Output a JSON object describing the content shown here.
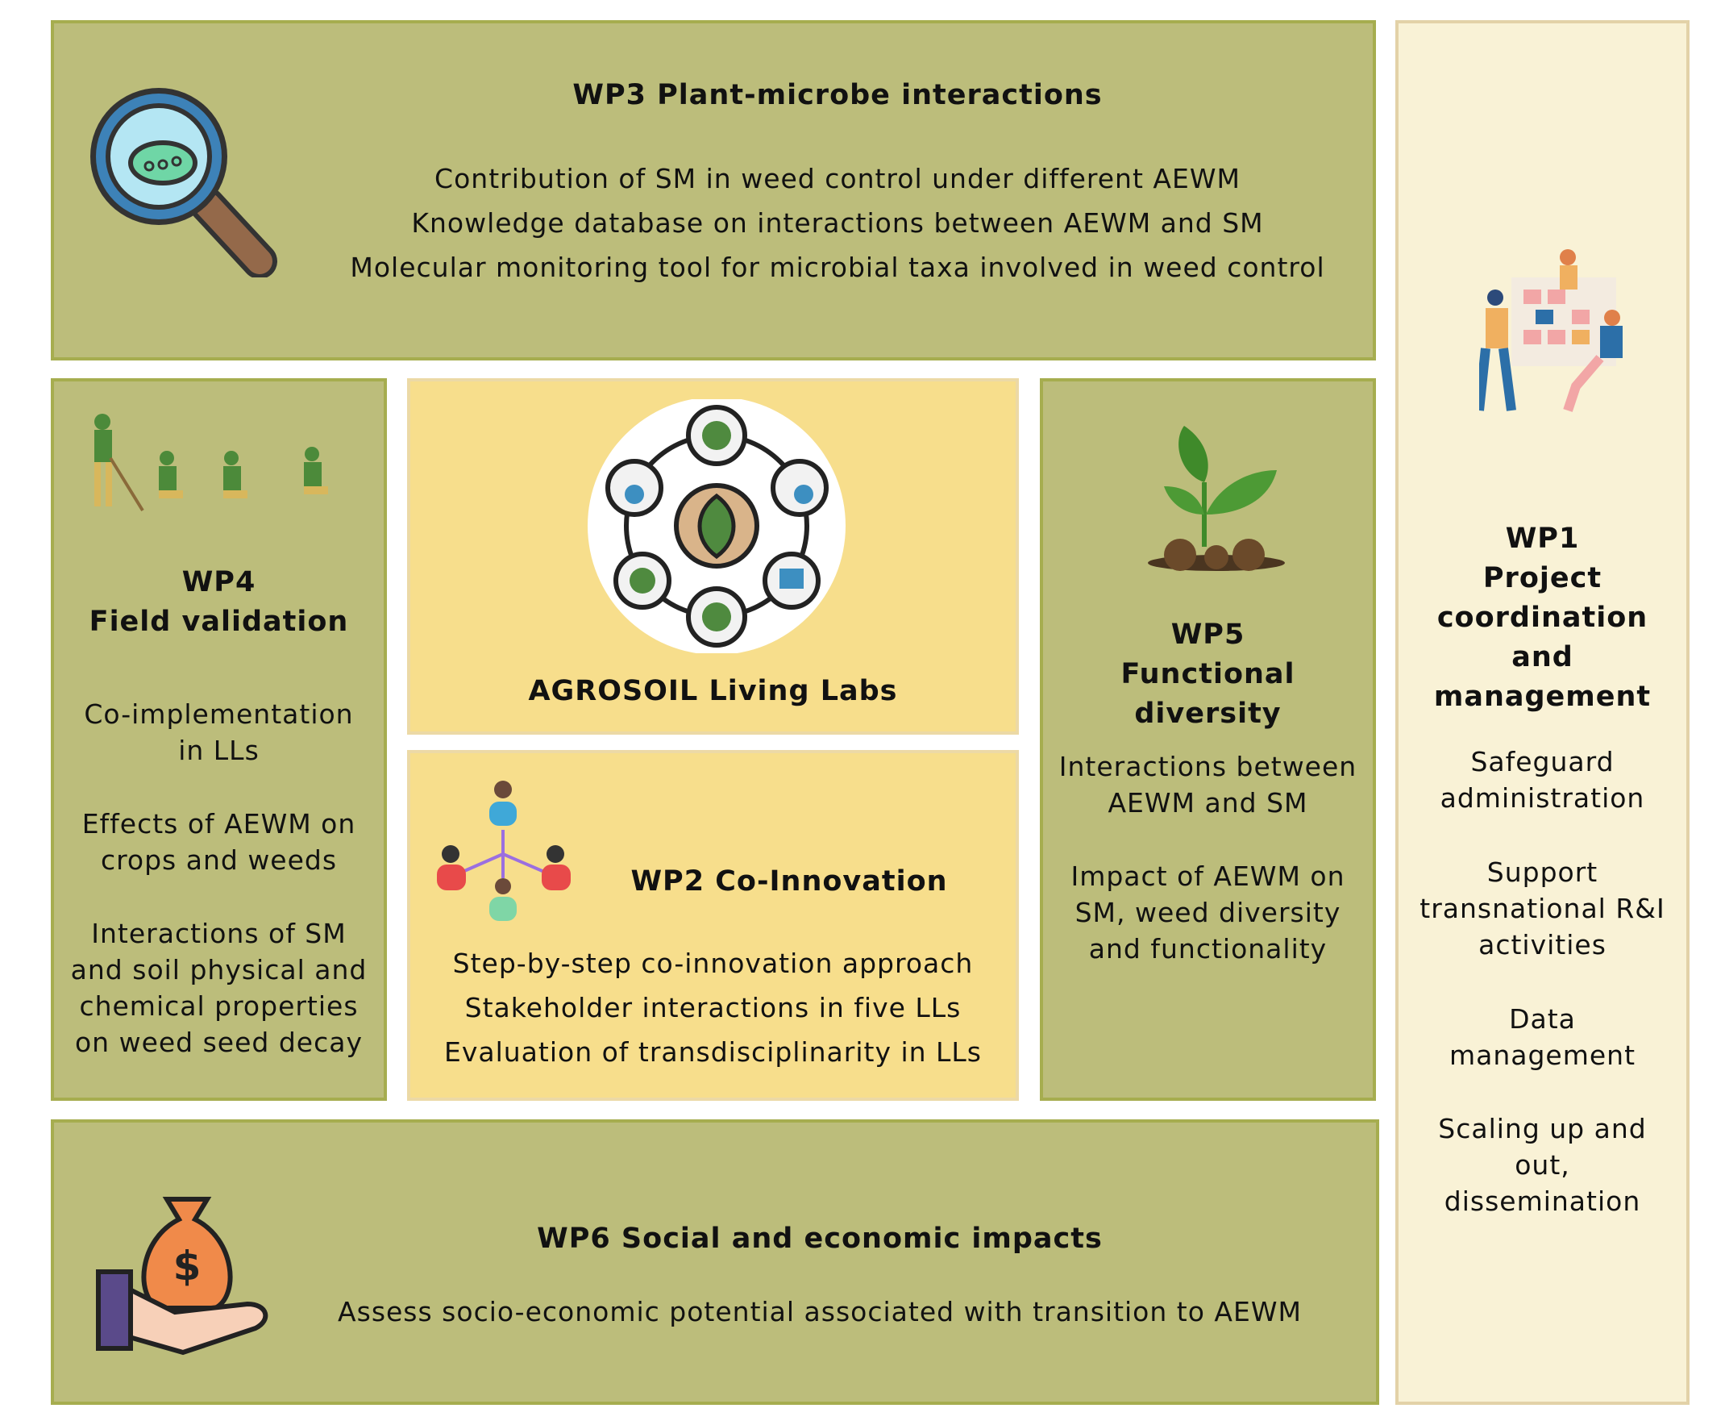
{
  "wp3": {
    "title": "WP3 Plant-microbe interactions",
    "items": [
      "Contribution of SM in weed control under different AEWM",
      "Knowledge database on interactions between AEWM and SM",
      "Molecular monitoring tool for microbial taxa involved in weed control"
    ]
  },
  "wp4": {
    "title_a": "WP4",
    "title_b": "Field validation",
    "items": [
      "Co-implementation in LLs",
      "Effects of AEWM on crops and weeds",
      "Interactions of SM and soil physical and chemical  properties on weed seed decay"
    ]
  },
  "living_labs": {
    "title": "AGROSOIL Living Labs"
  },
  "wp2": {
    "title": "WP2 Co-Innovation",
    "items": [
      "Step-by-step co-innovation approach",
      "Stakeholder interactions in five LLs",
      "Evaluation of transdisciplinarity in LLs"
    ]
  },
  "wp5": {
    "title_a": "WP5",
    "title_b": "Functional diversity",
    "items": [
      "Interactions between AEWM and SM",
      "Impact of AEWM on SM, weed diversity and functionality"
    ]
  },
  "wp1": {
    "title": [
      "WP1",
      "Project",
      "coordination",
      "and",
      "management"
    ],
    "items": [
      "Safeguard administration",
      "Support transnational R&I activities",
      "Data management",
      "Scaling up and out, dissemination"
    ]
  },
  "wp6": {
    "title": "WP6 Social and economic impacts",
    "items": [
      "Assess socio-economic potential associated with transition to AEWM"
    ]
  },
  "colors": {
    "olive": "#bcbd7b",
    "yellow": "#f7de8c",
    "cream": "#f9f2d6"
  }
}
